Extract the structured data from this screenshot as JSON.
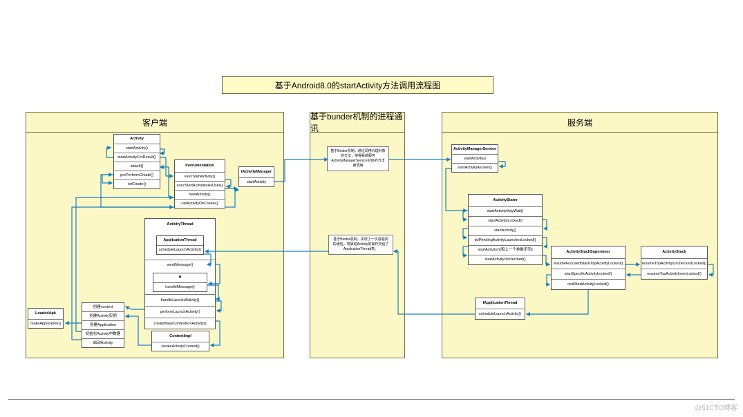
{
  "title": "基于Android8.0的startActivity方法调用流程图",
  "panels": {
    "client": "客户端",
    "ipc": "基于bunder机制的进程通讯",
    "server": "服务端"
  },
  "client": {
    "activity": {
      "name": "Activity",
      "methods": [
        "startActivity()",
        "startActivityForResult()",
        "attach()",
        "prePerformCreate()",
        "onCreate()"
      ]
    },
    "instrumentation": {
      "name": "Instrumentation",
      "methods": [
        "execStartActivity()",
        "execStartActivitiesAsUser()",
        "newActivity()",
        "callActivityOnCreate()"
      ]
    },
    "iactivitymanager": {
      "name": "IActivityManager",
      "methods": [
        "startActivity"
      ]
    },
    "activitythread": {
      "name": "ActivityThread",
      "methods": [
        "sendMessage()",
        "handleLaunchActivity()",
        "performLaunchActivity()",
        "createBaseContextForActivity()"
      ]
    },
    "applicationthread": {
      "name": "ApplicationThread",
      "methods": [
        "scheduleLaunchActivity()"
      ]
    },
    "h": {
      "name": "H",
      "methods": [
        "handleMessage()"
      ]
    },
    "contextimpl": {
      "name": "ContextImpl",
      "methods": [
        "createActivityContext()"
      ]
    },
    "loadedapk": {
      "name": "LoadedApk",
      "methods": [
        "makeApplication()"
      ]
    },
    "steps": [
      "创建context",
      "创建Activity实例",
      "创建Application",
      "初始化Activity中数据",
      "启动Activity"
    ]
  },
  "ipc": {
    "note1": "基于Binder机制，通过调用代理对象的方法，使得系统服务ActivityManagerService对应的方法被调用",
    "note2": "基于Binder机制，实现了一次进程间的通信，将启动Activity的操作交给了ApplicationThread类。"
  },
  "server": {
    "ams": {
      "name": "ActivityManagerService",
      "methods": [
        "startActivity()",
        "startActivityAsUser()"
      ]
    },
    "starter": {
      "name": "ActivityStater",
      "methods": [
        "startActivityMayWait()",
        "startActivityLocked()",
        "startActivity()",
        "doPendingActivityLaunchesLocked()",
        "startActivity()(和上一个参数不同)",
        "startActivityUnchecked()"
      ]
    },
    "supervisor": {
      "name": "ActivityStackSupervisor",
      "methods": [
        "resumeFocusedStackTopActivityLocked()",
        "startSpecificActivityLocked()",
        "realStartActivityLocked()"
      ]
    },
    "stack": {
      "name": "ActivityStack",
      "methods": [
        "resumeTopActivityUncheckedLocked()",
        "resumeTopActivityInnerLocked()"
      ]
    },
    "iappthread": {
      "name": "IApplicationThread",
      "methods": [
        "scheduleLaunchActivity()"
      ]
    }
  },
  "watermark": "@51CTO博客",
  "colors": {
    "line": "#1a7fc1",
    "panel": "#fbf8c6",
    "title_bg": "#fffbc7"
  }
}
